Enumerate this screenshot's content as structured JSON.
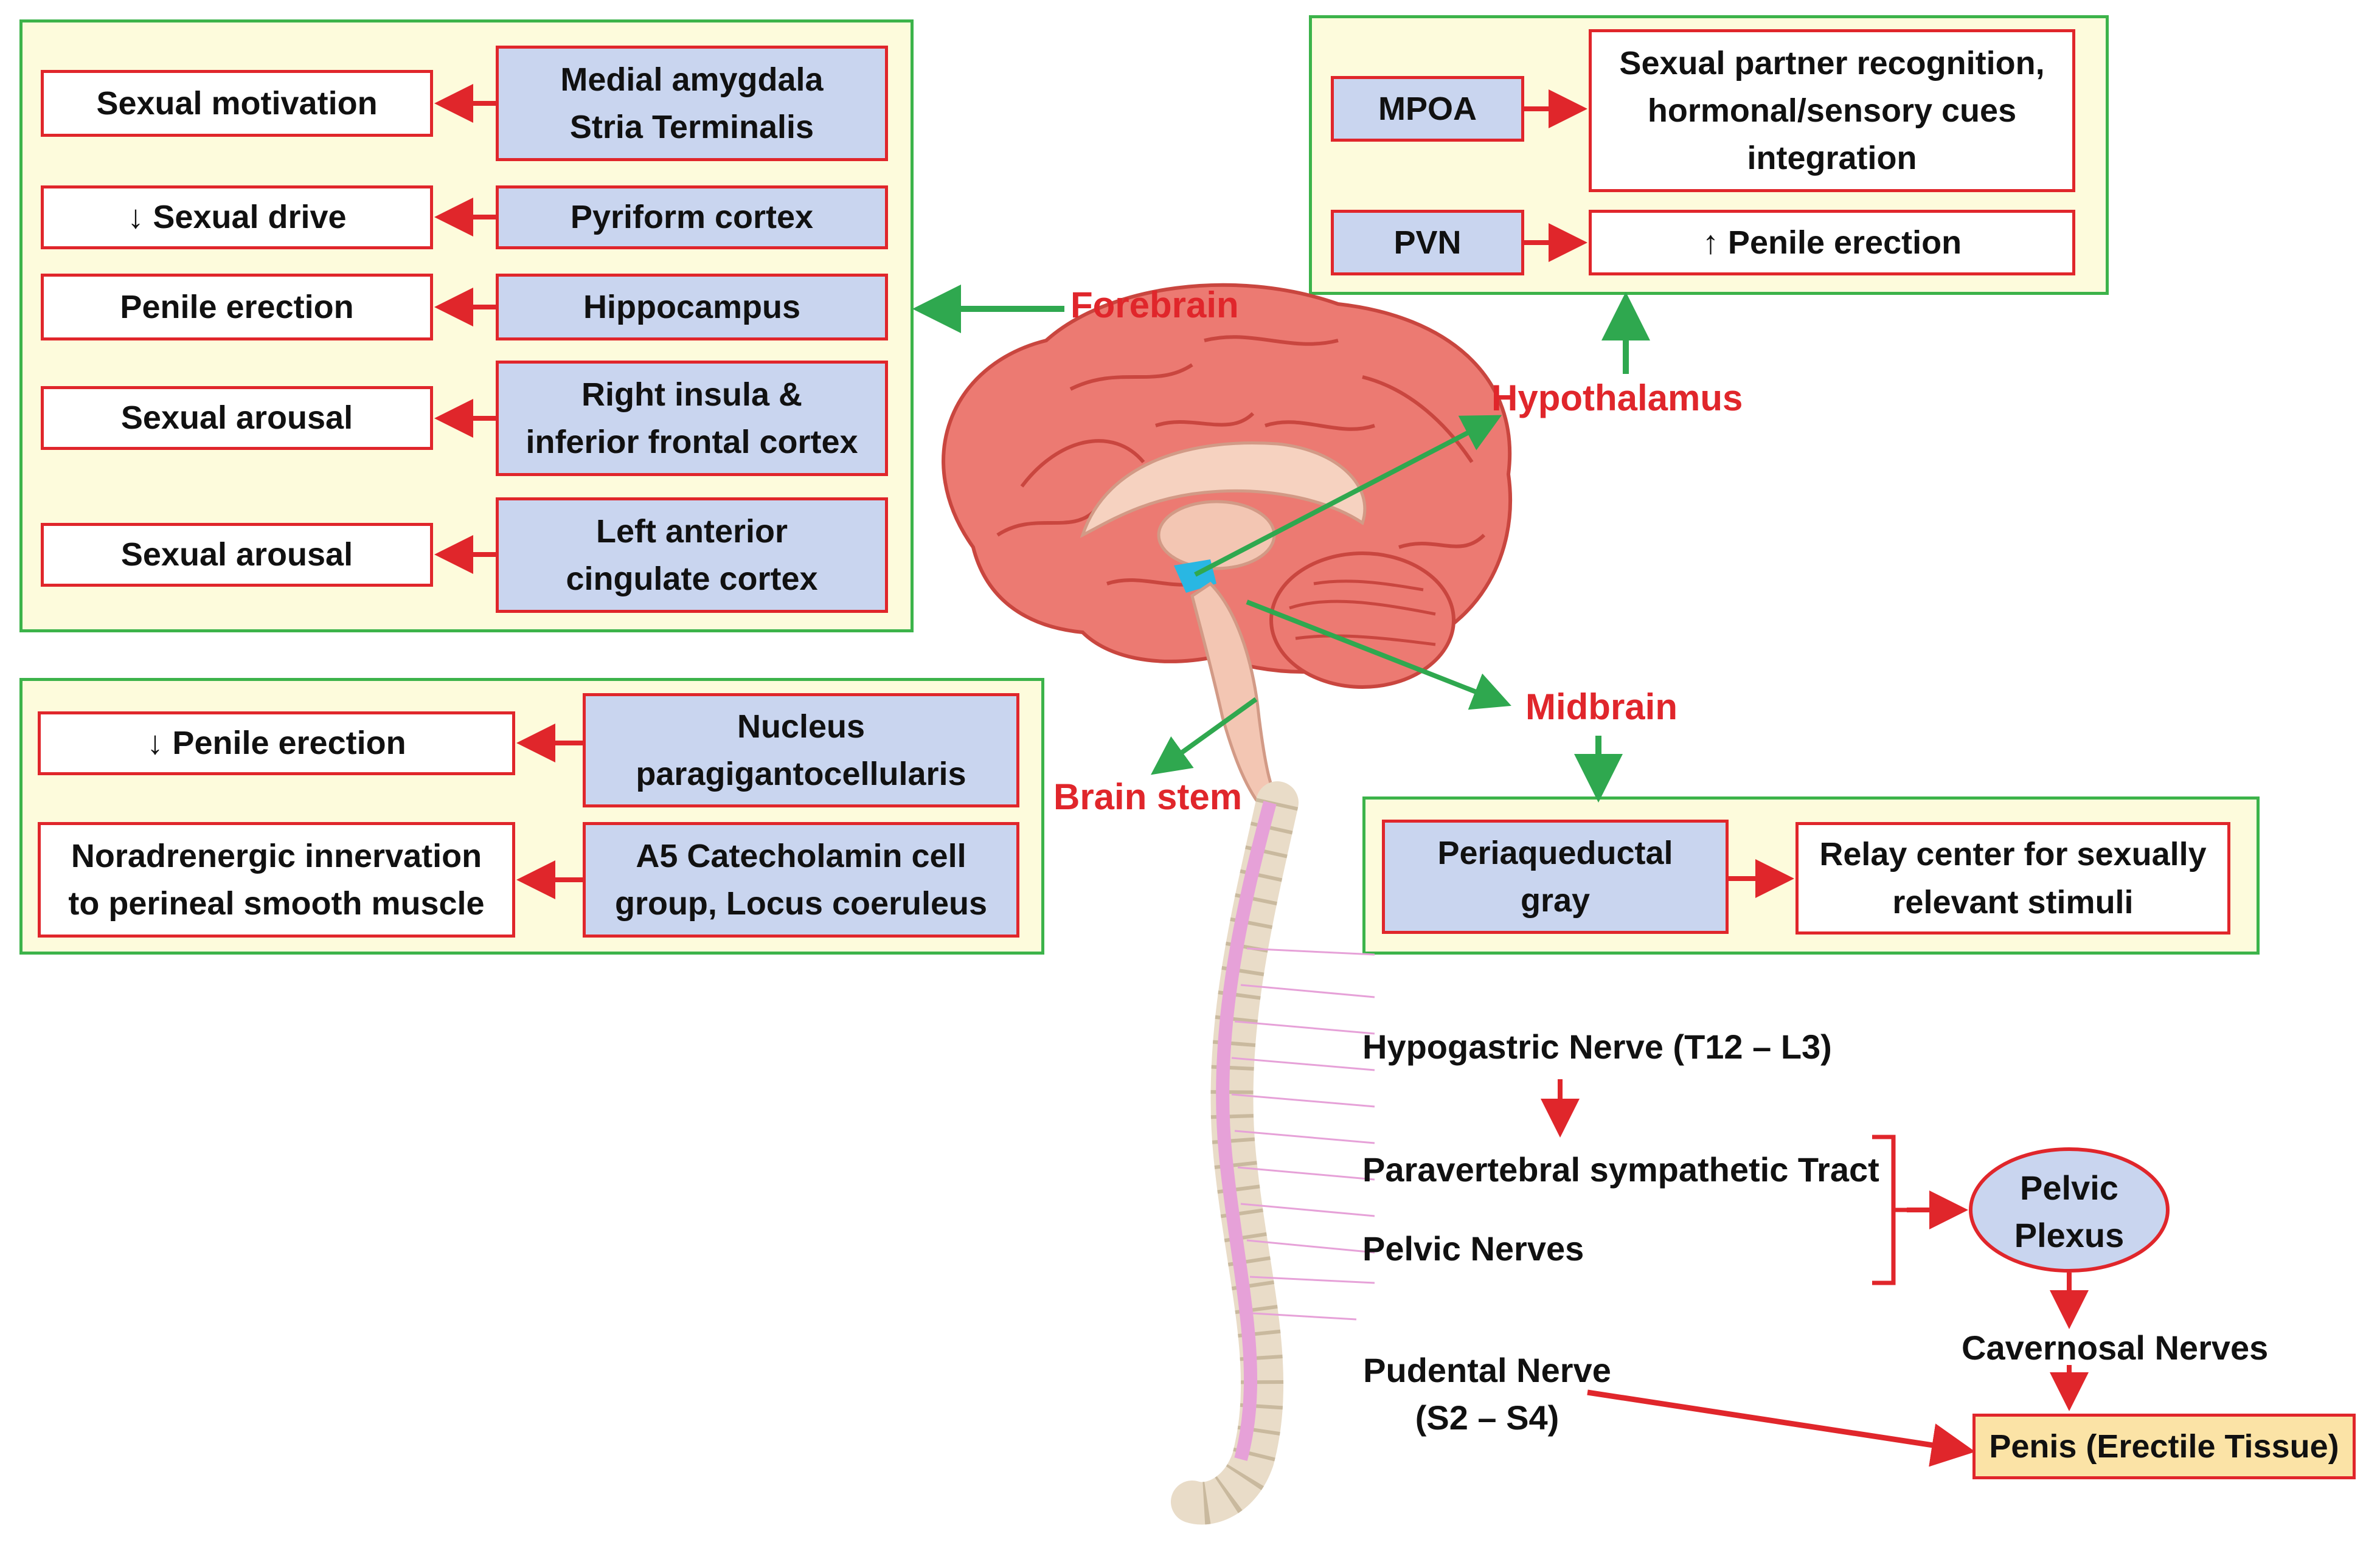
{
  "forebrain": {
    "region_label": "Forebrain",
    "rows": [
      {
        "structure": "Medial amygdala\nStria Terminalis",
        "effect": "Sexual motivation"
      },
      {
        "structure": "Pyriform cortex",
        "effect": "↓ Sexual drive"
      },
      {
        "structure": "Hippocampus",
        "effect": "Penile erection"
      },
      {
        "structure": "Right insula &\ninferior frontal cortex",
        "effect": "Sexual arousal"
      },
      {
        "structure": "Left anterior\ncingulate cortex",
        "effect": "Sexual arousal"
      }
    ]
  },
  "hypothalamus": {
    "region_label": "Hypothalamus",
    "rows": [
      {
        "structure": "MPOA",
        "effect": "Sexual partner recognition,\nhormonal/sensory cues\nintegration"
      },
      {
        "structure": "PVN",
        "effect": "↑ Penile erection"
      }
    ]
  },
  "brainstem": {
    "region_label": "Brain stem",
    "rows": [
      {
        "structure": "Nucleus\nparagigantocellularis",
        "effect": "↓ Penile erection"
      },
      {
        "structure": "A5 Catecholamin cell\ngroup, Locus coeruleus",
        "effect": "Noradrenergic innervation\nto perineal smooth muscle"
      }
    ]
  },
  "midbrain": {
    "region_label": "Midbrain",
    "structure": "Periaqueductal\ngray",
    "effect": "Relay center for sexually\nrelevant stimuli"
  },
  "spinal": {
    "hypogastric": "Hypogastric Nerve (T12 – L3)",
    "paravertebral": "Paravertebral sympathetic Tract",
    "pelvic_nerves": "Pelvic Nerves",
    "pelvic_plexus": "Pelvic\nPlexus",
    "cavernosal": "Cavernosal Nerves",
    "pudental": "Pudental Nerve\n(S2 – S4)",
    "target": "Penis (Erectile Tissue)"
  },
  "colors": {
    "panel_border": "#3cb34a",
    "panel_fill": "#fdfbdc",
    "box_border": "#e0262b",
    "structure_fill": "#c9d5ef",
    "target_fill": "#fbe3a6",
    "region_text": "#e0262b"
  }
}
